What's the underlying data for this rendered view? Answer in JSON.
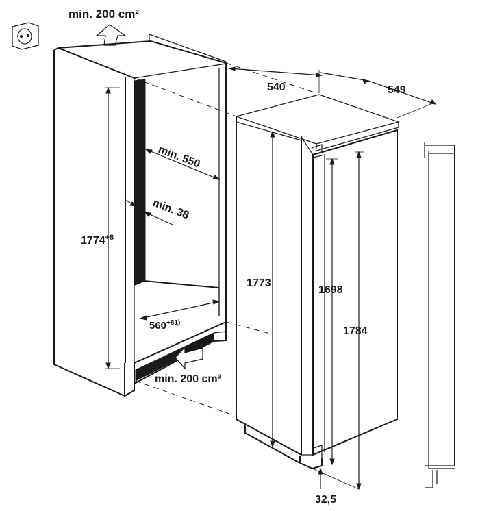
{
  "labels": {
    "vent_top": "min. 200 cm²",
    "vent_bottom": "min. 200 cm²",
    "depth_min": "min. 550",
    "gap_min": "min. 38",
    "niche_height": "1774",
    "niche_height_tol": "+8",
    "niche_width": "560",
    "niche_width_tol": "+8",
    "niche_width_note": "1)",
    "appliance_width": "540",
    "appliance_depth": "549",
    "appliance_height": "1773",
    "door_height": "1698",
    "total_height": "1784",
    "plinth_height": "32,5"
  },
  "colors": {
    "line": "#1a1a1a",
    "background": "#ffffff"
  }
}
